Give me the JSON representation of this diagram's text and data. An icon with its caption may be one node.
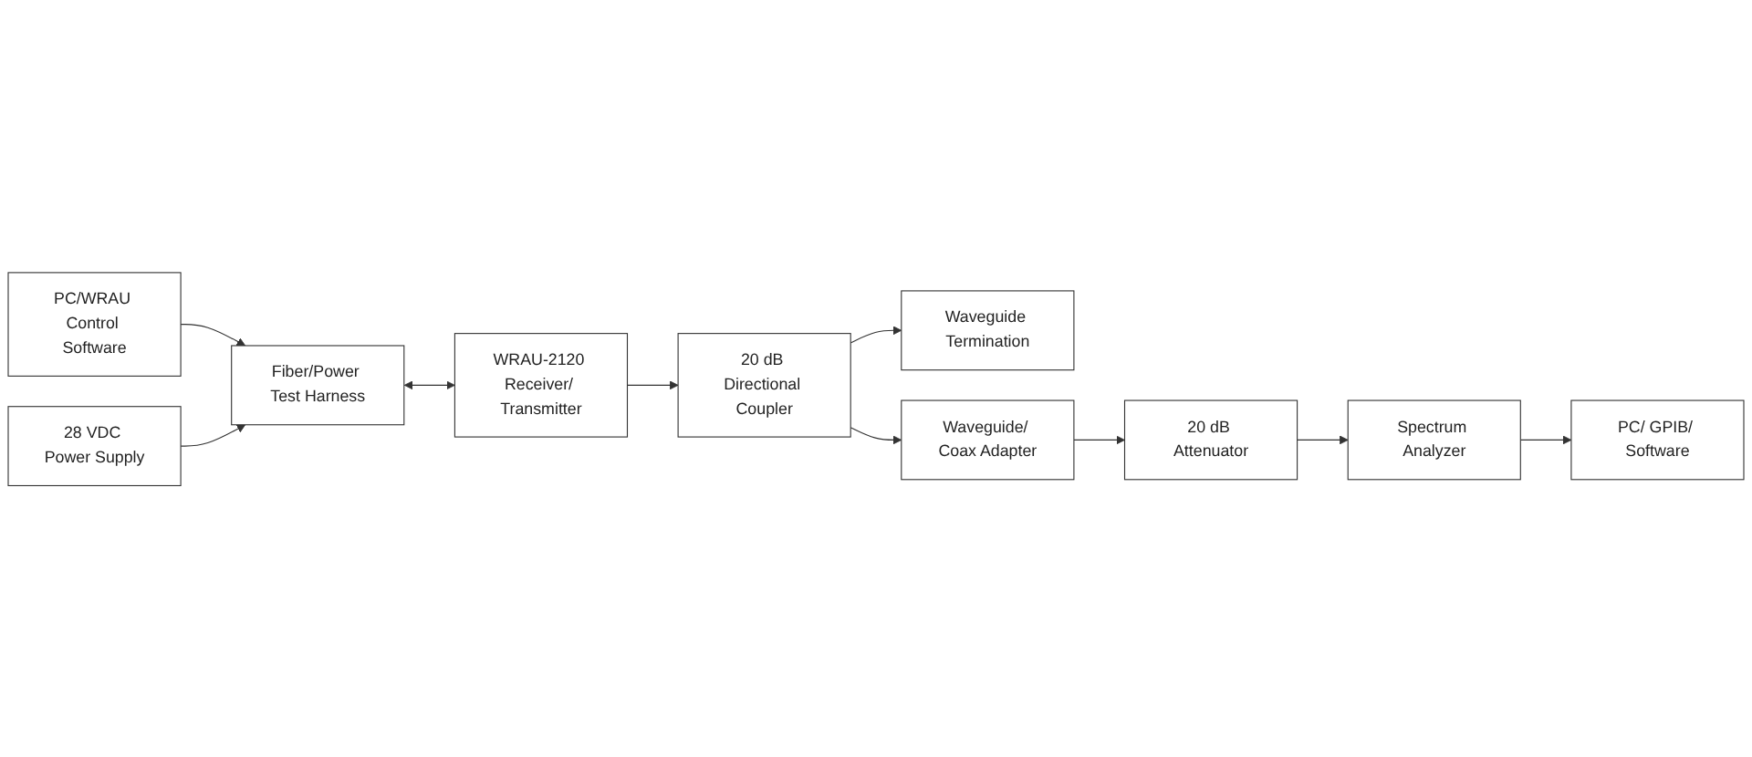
{
  "diagram": {
    "nodes": [
      {
        "text": [
          "Fiber/Power Test Harness"
        ]
      },
      {
        "text": [
          "WRAU-2120 Receiver/ Transmitter"
        ]
      },
      {
        "text": [
          "20 dB Directional Coupler"
        ]
      },
      {
        "text": [
          "Waveguide Termination"
        ]
      },
      {
        "text": [
          "PC/WRAU Control Software"
        ]
      },
      {
        "text": [
          "Waveguide/ Coax Adapter"
        ]
      },
      {
        "text": [
          "20 dB Attenuator"
        ]
      },
      {
        "text": [
          "28 VDC Power Supply"
        ]
      },
      {
        "text": [
          "PC/ GPIB/ Software"
        ]
      },
      {
        "text": [
          "Spectrum Analyzer"
        ]
      }
    ],
    "edges": [
      {
        "from": 0,
        "to": 1,
        "arrow": "both"
      },
      {
        "from": 1,
        "to": 2,
        "arrow": "to"
      },
      {
        "from": 2,
        "to": 3,
        "arrow": "to"
      },
      {
        "from": 2,
        "to": 5,
        "arrow": "to"
      },
      {
        "from": 5,
        "to": 6,
        "arrow": "to"
      },
      {
        "from": 6,
        "to": 9,
        "arrow": "to"
      },
      {
        "from": 9,
        "to": 8,
        "arrow": "to"
      },
      {
        "from": 4,
        "to": 0,
        "arrow": "to"
      },
      {
        "from": 7,
        "to": 0,
        "arrow": "to"
      }
    ]
  }
}
